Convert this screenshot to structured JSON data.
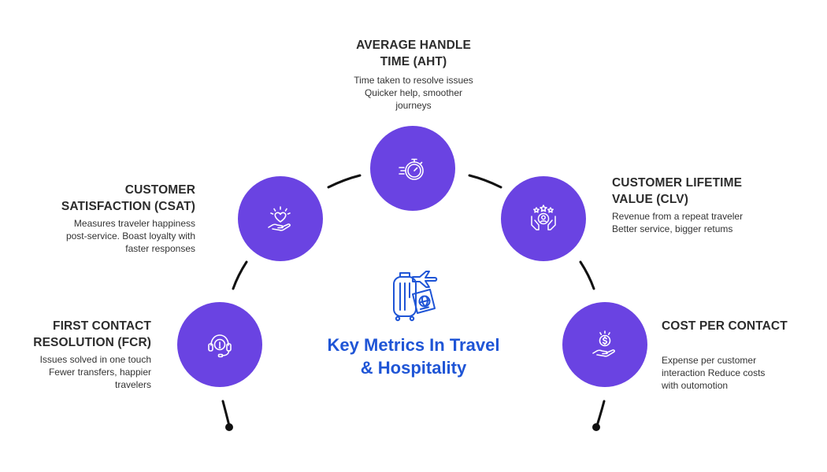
{
  "center": {
    "title_line1": "Key Metrics In Travel",
    "title_line2": "& Hospitality",
    "icon": "luggage-passport-plane-icon"
  },
  "metrics": {
    "aht": {
      "title_line1": "AVERAGE HANDLE",
      "title_line2": "TIME (AHT)",
      "desc_line1": "Time taken to resolve issues",
      "desc_line2": "Quicker help, smoother",
      "desc_line3": "journeys",
      "icon": "stopwatch-icon"
    },
    "csat": {
      "title_line1": "CUSTOMER",
      "title_line2": "SATISFACTION (CSAT)",
      "desc_line1": "Measures traveler happiness",
      "desc_line2": "post-service. Boast loyalty with",
      "desc_line3": "faster responses",
      "icon": "heart-in-hand-icon"
    },
    "clv": {
      "title_line1": "CUSTOMER LIFETIME",
      "title_line2": "VALUE (CLV)",
      "desc_line1": "Revenue from a repeat traveler",
      "desc_line2": "Better service, bigger retums",
      "icon": "stars-user-hands-icon"
    },
    "fcr": {
      "title_line1": "FIRST CONTACT",
      "title_line2": "RESOLUTION (FCR)",
      "desc_line1": "Issues solved in one touch",
      "desc_line2": "Fewer transfers, happier",
      "desc_line3": "travelers",
      "icon": "headset-support-icon"
    },
    "cpc": {
      "title_line1": "COST PER CONTACT",
      "desc_line1": "Expense per customer",
      "desc_line2": "interaction Reduce costs",
      "desc_line3": "with outomotion",
      "icon": "dollar-coin-hand-icon"
    }
  },
  "colors": {
    "node": "#6a43e2",
    "center_title": "#1f55d6",
    "center_icon": "#1f55d6",
    "arc": "#111111"
  }
}
